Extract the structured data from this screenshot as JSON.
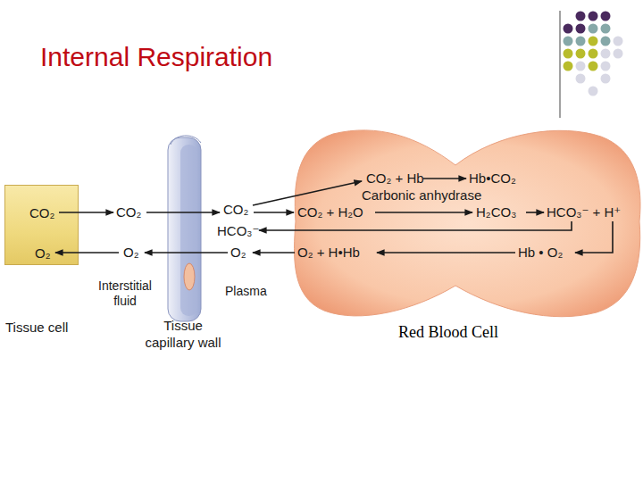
{
  "diagram": {
    "title": "Internal Respiration",
    "nodes": [
      {
        "text": [
          "CO₂",
          "O₂",
          "Tissue cell"
        ]
      },
      {
        "text": [
          "Tissue capillary wall"
        ]
      },
      {
        "text": [
          "CO₂ + Hb",
          "Hb•CO₂",
          "Carbonic anhydrase",
          "CO₂ + H₂O",
          "H₂CO₃",
          "HCO₃⁻ + H⁺",
          "O₂ + H•Hb",
          "Hb • O₂",
          "Red Blood Cell"
        ]
      }
    ],
    "labels": [
      "CO₂",
      "O₂",
      "Interstitial fluid",
      "CO₂",
      "HCO₃⁻",
      "O₂",
      "Plasma"
    ]
  }
}
